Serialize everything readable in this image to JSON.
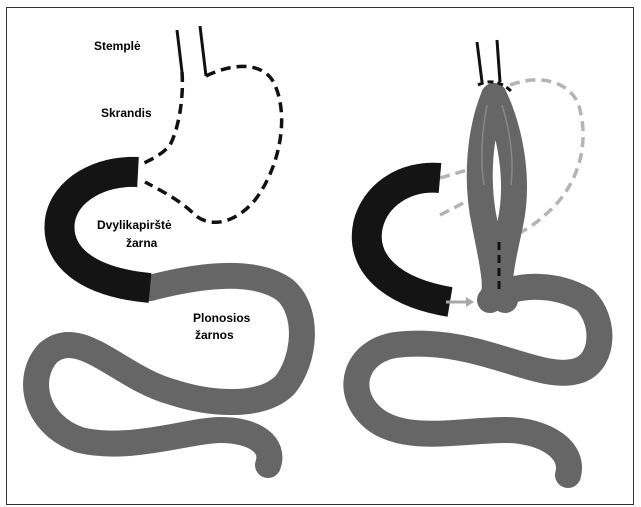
{
  "labels": {
    "esophagus": "Stemplė",
    "stomach": "Skrandis",
    "duodenum_line1": "Dvylikapirštė",
    "duodenum_line2": "žarna",
    "small_intestine_line1": "Plonosios",
    "small_intestine_line2": "žarnos"
  },
  "colors": {
    "duodenum": "#141414",
    "intestine": "#666666",
    "outline": "#111111",
    "former_stomach_outline": "#b4b4b4",
    "arrow": "#a8a8a8",
    "frame": "#333333"
  }
}
